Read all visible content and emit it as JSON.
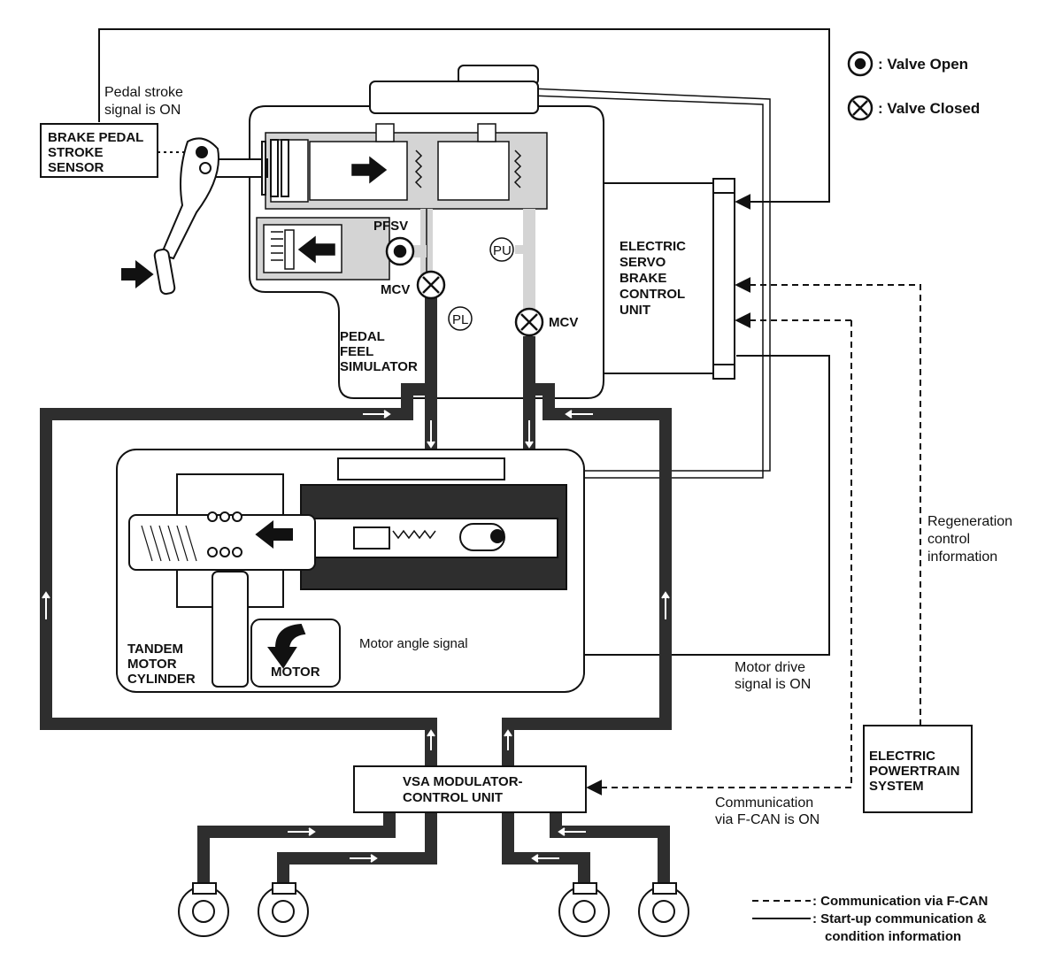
{
  "legend": {
    "valve_open": ": Valve Open",
    "valve_closed": ": Valve Closed",
    "dashed": ": Communication via F-CAN",
    "solid_line1": ": Start-up communication &",
    "solid_line2": "condition information"
  },
  "labels": {
    "pedal_stroke_1": "Pedal stroke",
    "pedal_stroke_2": "signal is ON",
    "sensor_1": "BRAKE PEDAL",
    "sensor_2": "STROKE",
    "sensor_3": "SENSOR",
    "pfsv": "PFSV",
    "pu": "PU",
    "pl": "PL",
    "mcv_left": "MCV",
    "mcv_right": "MCV",
    "simulator_1": "PEDAL",
    "simulator_2": "FEEL",
    "simulator_3": "SIMULATOR",
    "esb_1": "ELECTRIC",
    "esb_2": "SERVO",
    "esb_3": "BRAKE",
    "esb_4": "CONTROL",
    "esb_5": "UNIT",
    "regen_1": "Regeneration",
    "regen_2": "control",
    "regen_3": "information",
    "tandem_1": "TANDEM",
    "tandem_2": "MOTOR",
    "tandem_3": "CYLINDER",
    "motor": "MOTOR",
    "motor_angle": "Motor angle signal",
    "motor_drive_1": "Motor drive",
    "motor_drive_2": "signal is ON",
    "eps_1": "ELECTRIC",
    "eps_2": "POWERTRAIN",
    "eps_3": "SYSTEM",
    "vsa_1": "VSA MODULATOR-",
    "vsa_2": "CONTROL UNIT",
    "fcan_1": "Communication",
    "fcan_2": "via F-CAN is ON"
  },
  "colors": {
    "line": "#111111",
    "fluid_light": "#d4d4d4",
    "fluid_dark": "#2e2e2e"
  }
}
